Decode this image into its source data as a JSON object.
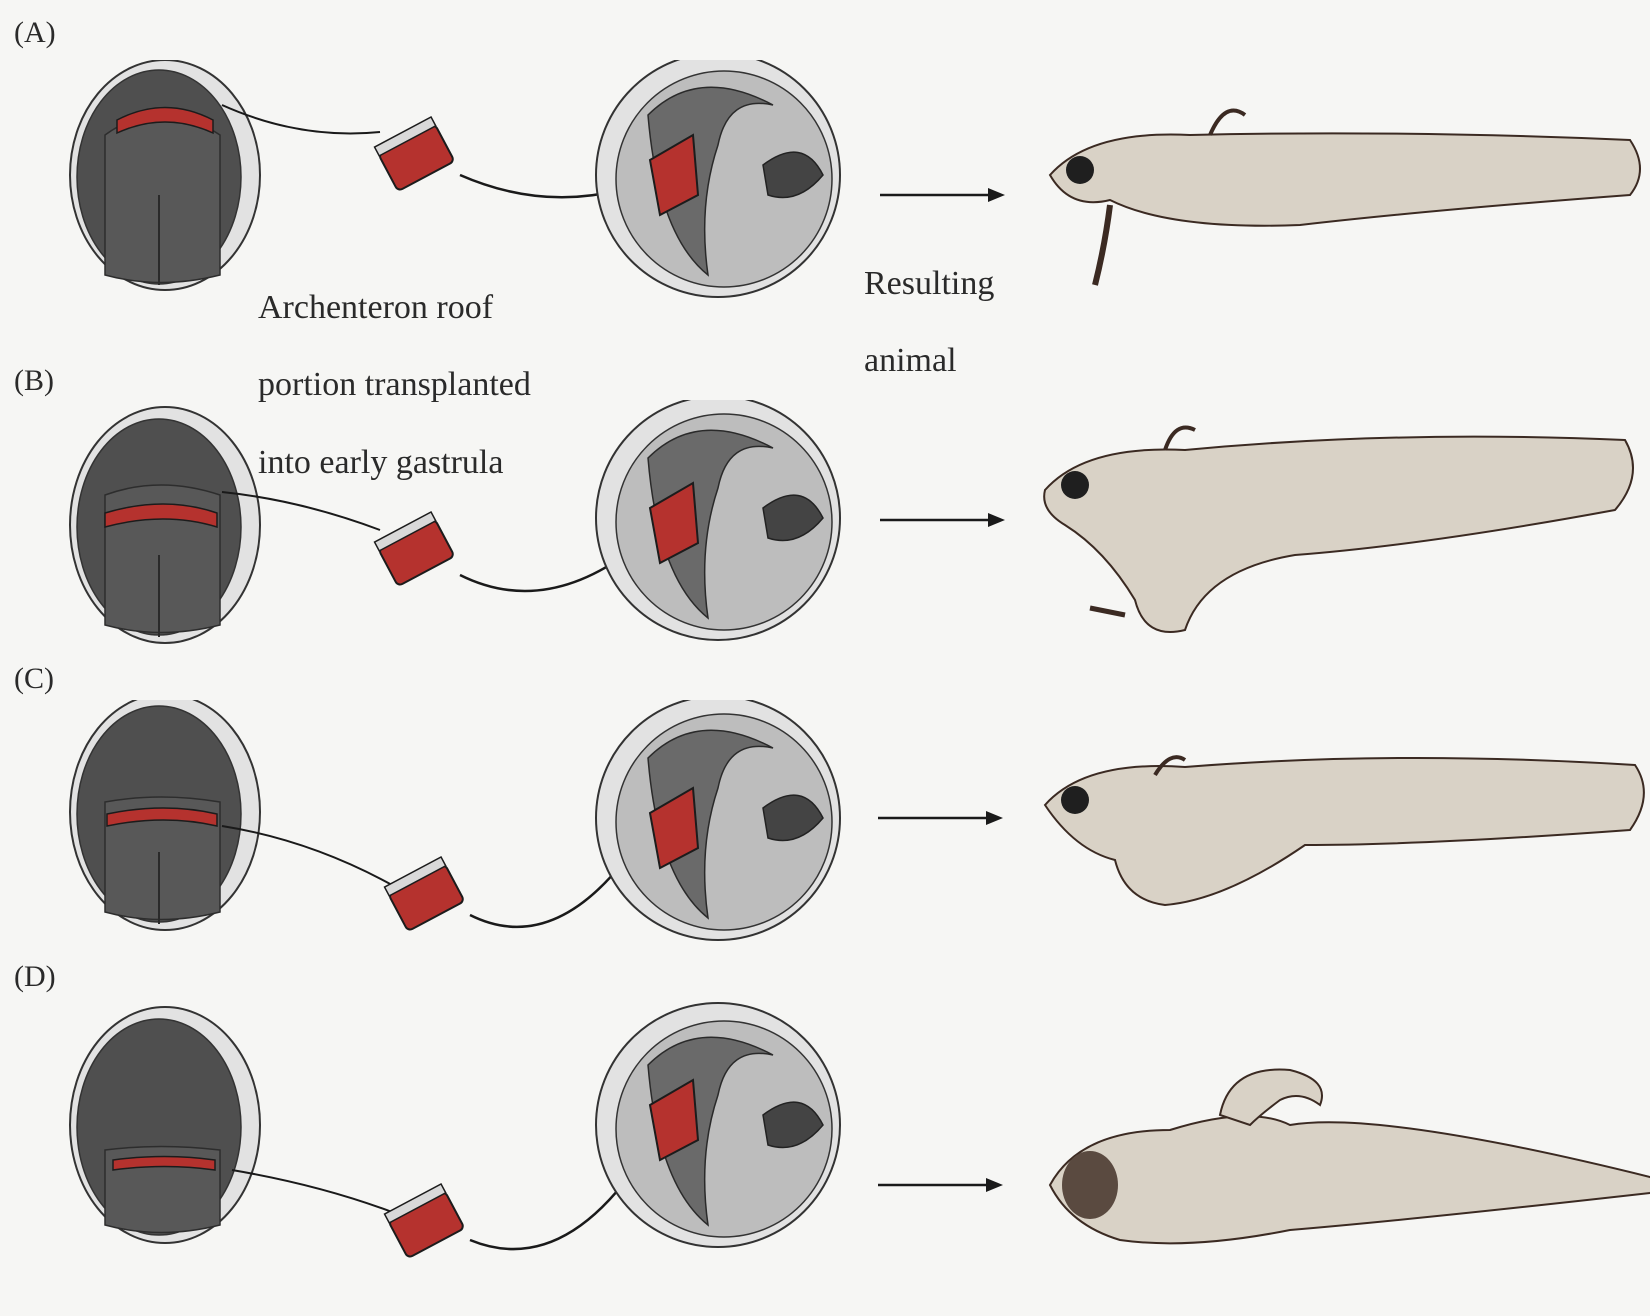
{
  "panels": [
    {
      "label": "(A)",
      "variant": "A"
    },
    {
      "label": "(B)",
      "variant": "B"
    },
    {
      "label": "(C)",
      "variant": "C"
    },
    {
      "label": "(D)",
      "variant": "D"
    }
  ],
  "annotations": {
    "transplant": [
      "Archenteron roof",
      "portion transplanted",
      "into early gastrula"
    ],
    "result": [
      "Resulting",
      "animal"
    ]
  },
  "colors": {
    "tissue": "#b5322e",
    "embryo_dark": "#4a4a4a",
    "embryo_light": "#cfcfcf",
    "embryo_rim": "#e2e2e2",
    "arrow": "#1a1a1a",
    "animal_body": "#d9d2c6",
    "animal_stipple": "#3b2a22"
  }
}
